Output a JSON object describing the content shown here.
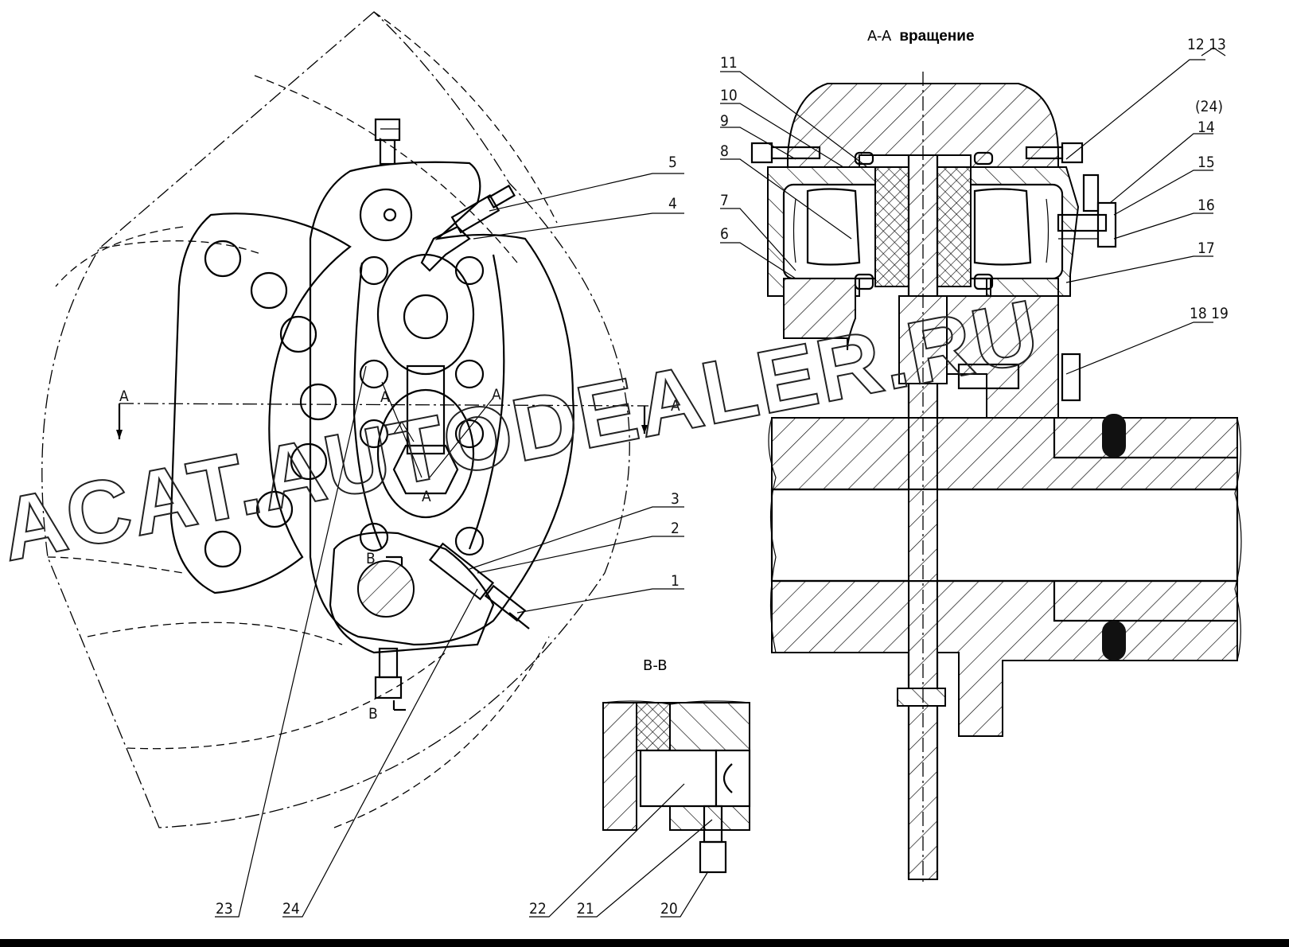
{
  "section_titles": {
    "aa_prefix": "A-A",
    "aa_suffix": "вращение",
    "bb": "B-B"
  },
  "section_marks": {
    "a_left": "A",
    "a_right": "A",
    "a_mid1": "A",
    "a_mid2": "A",
    "a_bolt": "A",
    "b_top": "B",
    "b_bottom": "B"
  },
  "callouts": {
    "c1": "1",
    "c2": "2",
    "c3": "3",
    "c4": "4",
    "c5": "5",
    "c6": "6",
    "c7": "7",
    "c8": "8",
    "c9": "9",
    "c10": "10",
    "c11": "11",
    "c12_13": "12  13",
    "c24p": "(24)",
    "c14": "14",
    "c15": "15",
    "c16": "16",
    "c17": "17",
    "c18_19": "18 19",
    "c20": "20",
    "c21": "21",
    "c22": "22",
    "c23": "23",
    "c24": "24"
  },
  "watermark": "ACAT.AUTODEALER.RU"
}
